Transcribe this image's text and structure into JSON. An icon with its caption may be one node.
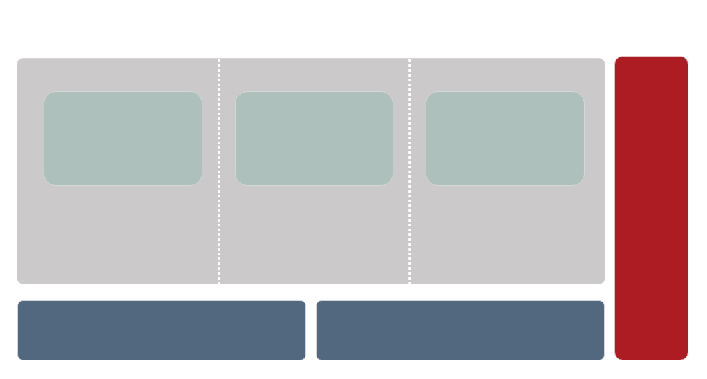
{
  "diagram": {
    "nodes": [
      {
        "text": [],
        "shape": "box"
      },
      {
        "text": [],
        "shape": "box",
        "in": 0
      },
      {
        "text": [],
        "shape": "box",
        "in": 0
      },
      {
        "text": [],
        "shape": "box",
        "in": 0
      },
      {
        "text": [],
        "shape": "box"
      },
      {
        "text": [],
        "shape": "box"
      },
      {
        "text": [],
        "shape": "box"
      }
    ]
  }
}
